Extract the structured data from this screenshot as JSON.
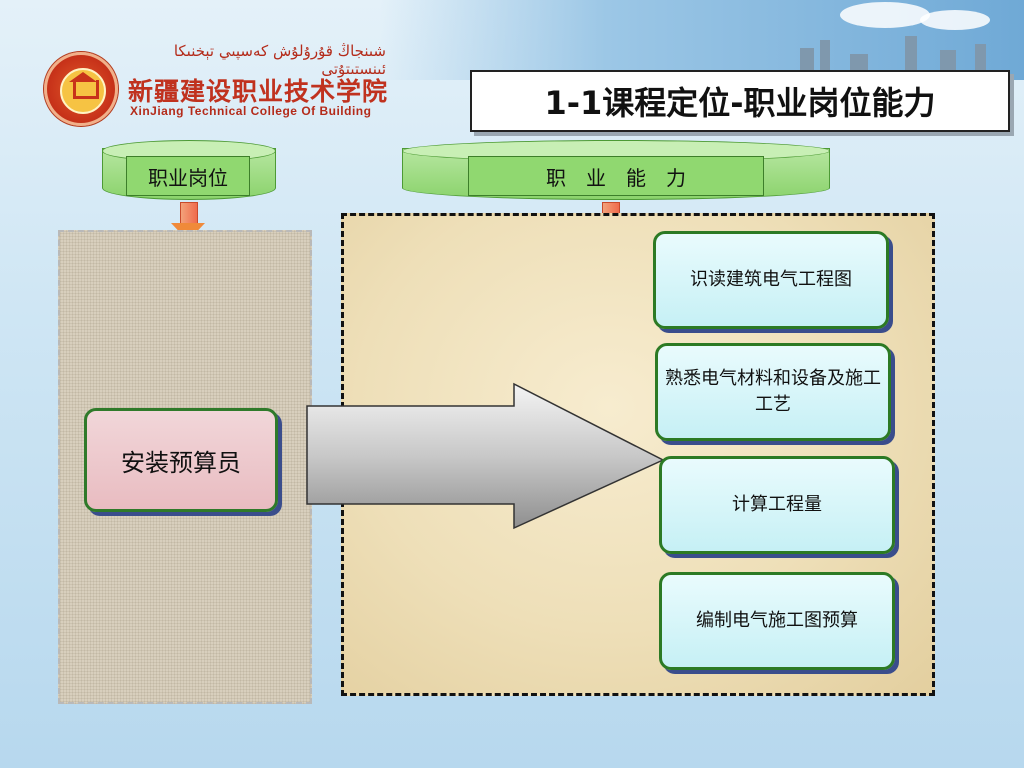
{
  "header": {
    "school_uyghur": "شىنجاڭ قۇرۇلۇش كەسپىي تېخنىكا ئىنستىتۇتى",
    "school_name_cn": "新疆建设职业技术学院",
    "school_name_en": "XinJiang Technical College Of Building",
    "slide_title": "1-1课程定位-职业岗位能力"
  },
  "diagram": {
    "position_header": "职业岗位",
    "ability_header": "职　业　能　力",
    "role": "安装预算员",
    "abilities": [
      "识读建筑电气工程图",
      "熟悉电气材料和设备及施工工艺",
      "计算工程量",
      "编制电气施工图预算"
    ]
  },
  "colors": {
    "header_green": "#90d870",
    "role_pink": "#e9bcc1",
    "ability_cyan": "#c6f0f5",
    "border_green": "#2c7a24",
    "logo_red": "#c0321f"
  }
}
